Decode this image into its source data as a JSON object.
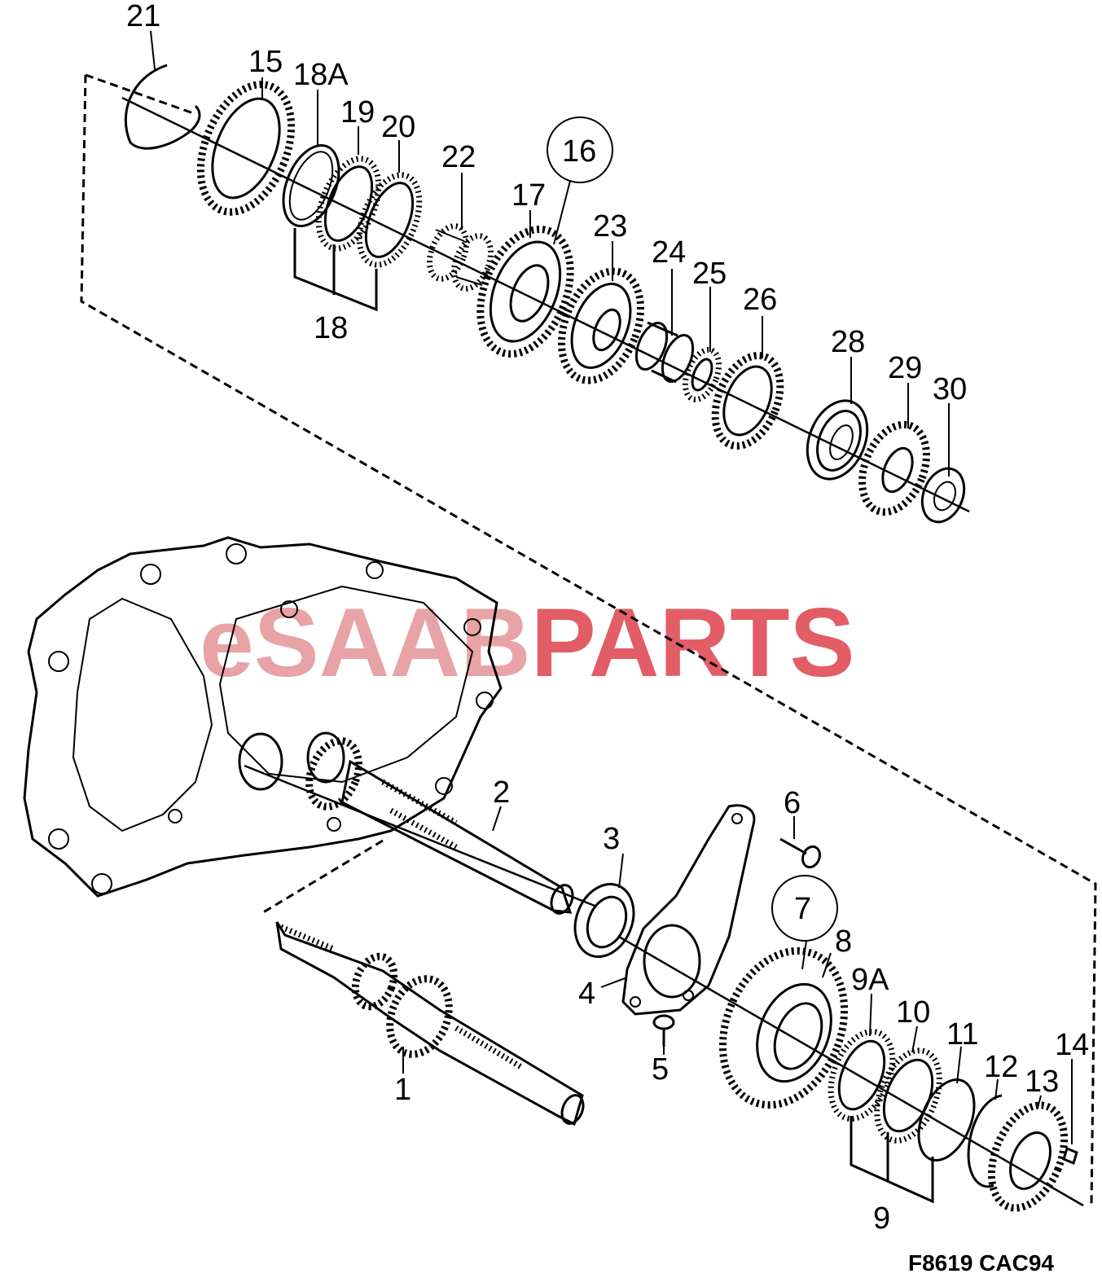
{
  "watermark": {
    "prefix": "eSAAB",
    "suffix": "PARTS",
    "prefix_color": "#e8a3a6",
    "suffix_color": "#e25d66"
  },
  "figure_code": "F8619  CAC94",
  "labels": {
    "p1": "1",
    "p2": "2",
    "p3": "3",
    "p4": "4",
    "p5": "5",
    "p6": "6",
    "p7": "7",
    "p8": "8",
    "p9": "9",
    "p9a": "9A",
    "p10": "10",
    "p11": "11",
    "p12": "12",
    "p13": "13",
    "p14": "14",
    "p15": "15",
    "p16": "16",
    "p17": "17",
    "p18": "18",
    "p18a": "18A",
    "p19": "19",
    "p20": "20",
    "p21": "21",
    "p22": "22",
    "p23": "23",
    "p24": "24",
    "p25": "25",
    "p26": "26",
    "p28": "28",
    "p29": "29",
    "p30": "30"
  }
}
